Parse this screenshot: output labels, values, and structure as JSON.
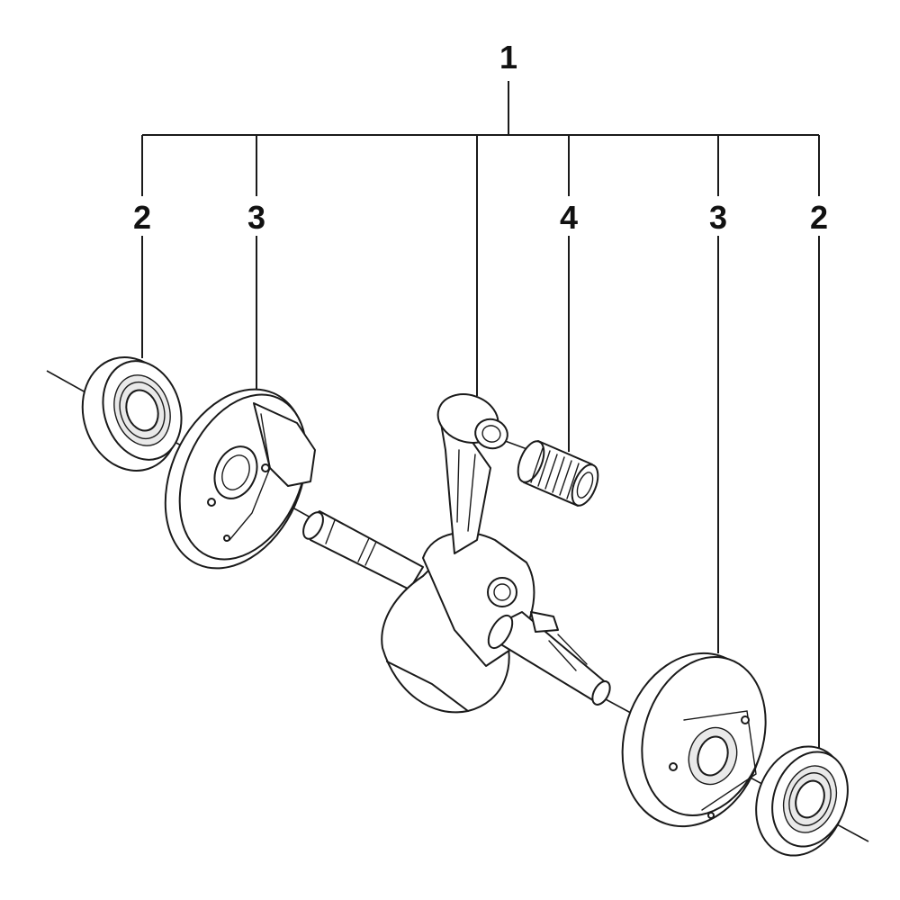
{
  "callouts": {
    "assembly": "1",
    "bearing_left": "2",
    "seal_left": "3",
    "needle_bearing": "4",
    "seal_right": "3",
    "bearing_right": "2"
  }
}
